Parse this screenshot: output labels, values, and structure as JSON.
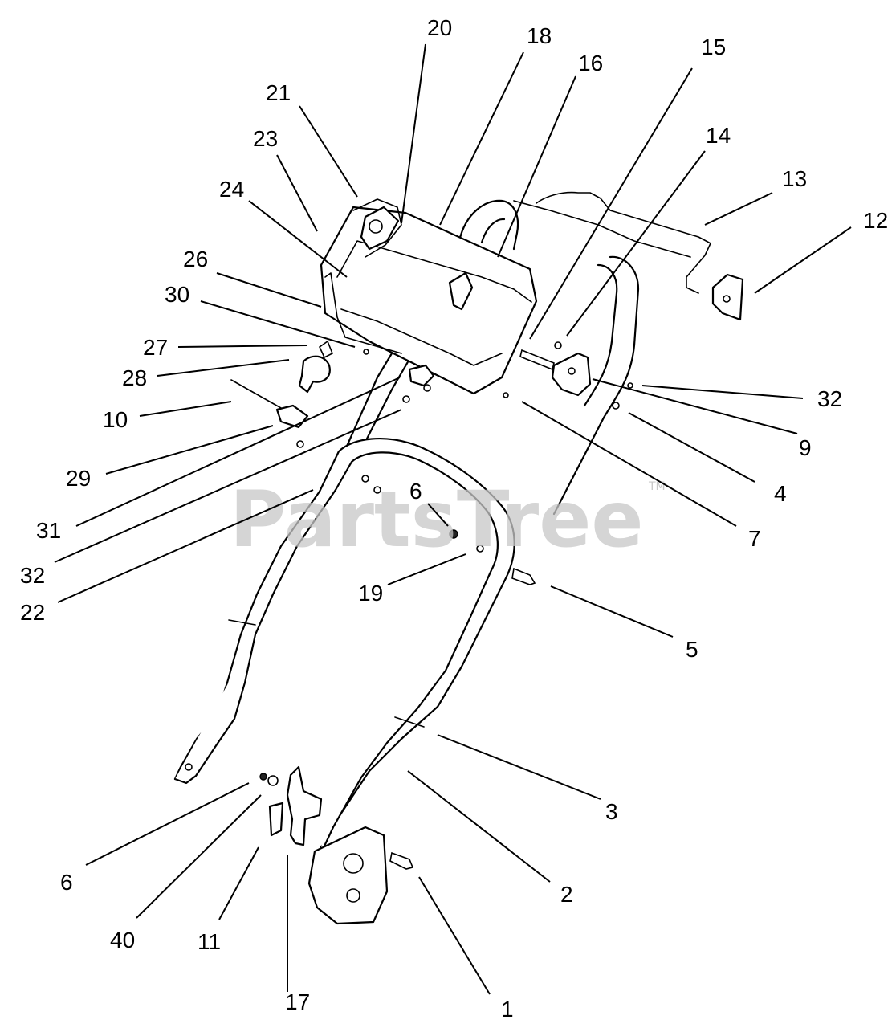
{
  "watermark": {
    "text": "PartsTree",
    "tm": "TM"
  },
  "callouts": [
    {
      "id": "20",
      "label": "20"
    },
    {
      "id": "18",
      "label": "18"
    },
    {
      "id": "16",
      "label": "16"
    },
    {
      "id": "15",
      "label": "15"
    },
    {
      "id": "21",
      "label": "21"
    },
    {
      "id": "14",
      "label": "14"
    },
    {
      "id": "23",
      "label": "23"
    },
    {
      "id": "13",
      "label": "13"
    },
    {
      "id": "24",
      "label": "24"
    },
    {
      "id": "12",
      "label": "12"
    },
    {
      "id": "26",
      "label": "26"
    },
    {
      "id": "30",
      "label": "30"
    },
    {
      "id": "27",
      "label": "27"
    },
    {
      "id": "28",
      "label": "28"
    },
    {
      "id": "32a",
      "label": "32"
    },
    {
      "id": "10",
      "label": "10"
    },
    {
      "id": "9",
      "label": "9"
    },
    {
      "id": "29",
      "label": "29"
    },
    {
      "id": "4",
      "label": "4"
    },
    {
      "id": "6a",
      "label": "6"
    },
    {
      "id": "31",
      "label": "31"
    },
    {
      "id": "7",
      "label": "7"
    },
    {
      "id": "32b",
      "label": "32"
    },
    {
      "id": "19",
      "label": "19"
    },
    {
      "id": "22",
      "label": "22"
    },
    {
      "id": "5",
      "label": "5"
    },
    {
      "id": "3",
      "label": "3"
    },
    {
      "id": "6b",
      "label": "6"
    },
    {
      "id": "2",
      "label": "2"
    },
    {
      "id": "40",
      "label": "40"
    },
    {
      "id": "11",
      "label": "11"
    },
    {
      "id": "17",
      "label": "17"
    },
    {
      "id": "1",
      "label": "1"
    }
  ]
}
